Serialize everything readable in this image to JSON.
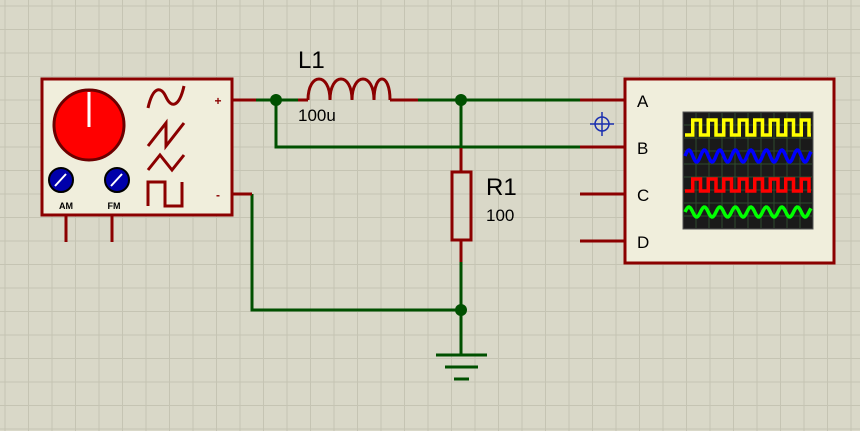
{
  "inductor": {
    "ref": "L1",
    "value": "100u"
  },
  "resistor": {
    "ref": "R1",
    "value": "100"
  },
  "generator": {
    "plus_sign": "+",
    "minus_sign": "-",
    "am_label": "AM",
    "fm_label": "FM"
  },
  "oscilloscope": {
    "channels": [
      "A",
      "B",
      "C",
      "D"
    ],
    "trace_colors": [
      "#ffff00",
      "#0000ff",
      "#ff0000",
      "#00ff00"
    ]
  },
  "colors": {
    "wire": "#005000",
    "pin": "#8b0000",
    "component_body": "#8b0000",
    "panel_fill": "#f0eedc",
    "knob": "#ff0000",
    "small_knob": "#0000aa",
    "screen": "#1a1a1a",
    "grid_minor": "#c5c4b3",
    "grid_major": "#b3b2a1"
  }
}
